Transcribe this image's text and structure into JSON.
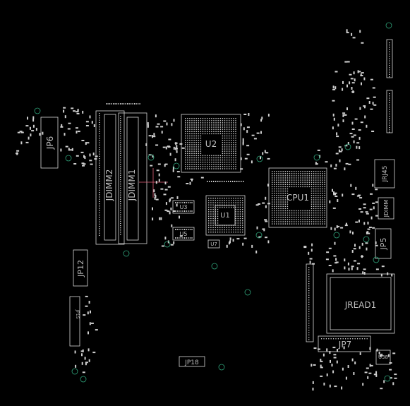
{
  "board": {
    "labels": {
      "jp6": "JP6",
      "jdimm2": "JDIMM2",
      "jdimm1": "JDIMM1",
      "u2": "U2",
      "cpu1": "CPU1",
      "jrj45": "JRJ45",
      "jdimm": "JDIMM",
      "jp12": "JP12",
      "jp5": "JP5",
      "jp15": "JP15",
      "u7": "U7",
      "jread1": "JREAD1",
      "jp7": "JP7",
      "jp18": "JP18",
      "u38": "U38",
      "u1": "U1",
      "u3": "U3",
      "u5": "U5"
    },
    "colors": {
      "background": "#000000",
      "outline": "#d8d8d8",
      "pad": "#cfcfcf",
      "via": "#2fa37a",
      "crosshair": "#e0607a"
    }
  }
}
